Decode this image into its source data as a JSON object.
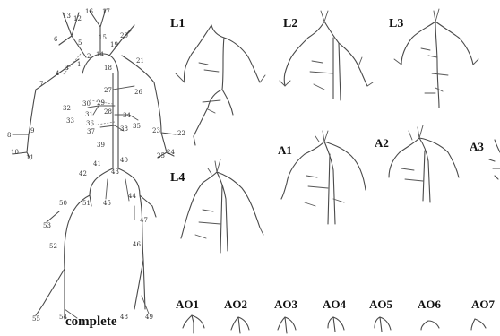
{
  "caption": "complete",
  "panel_labels": {
    "L1": "L1",
    "L2": "L2",
    "L3": "L3",
    "L4": "L4",
    "A1": "A1",
    "A2": "A2",
    "A3": "A3",
    "AO1": "AO1",
    "AO2": "AO2",
    "AO3": "AO3",
    "AO4": "AO4",
    "AO5": "AO5",
    "AO6": "AO6",
    "AO7": "AO7"
  },
  "vessel_numbers": [
    "1",
    "2",
    "3",
    "4",
    "5",
    "6",
    "7",
    "8",
    "9",
    "10",
    "11",
    "12",
    "13",
    "14",
    "15",
    "16",
    "17",
    "18",
    "19",
    "20",
    "21",
    "22",
    "23",
    "24",
    "25",
    "26",
    "27",
    "28",
    "29",
    "30",
    "31",
    "32",
    "33",
    "34",
    "35",
    "36",
    "37",
    "38",
    "39",
    "40",
    "41",
    "42",
    "43",
    "44",
    "45",
    "46",
    "47",
    "48",
    "49",
    "50",
    "51",
    "52",
    "53",
    "54",
    "55"
  ]
}
